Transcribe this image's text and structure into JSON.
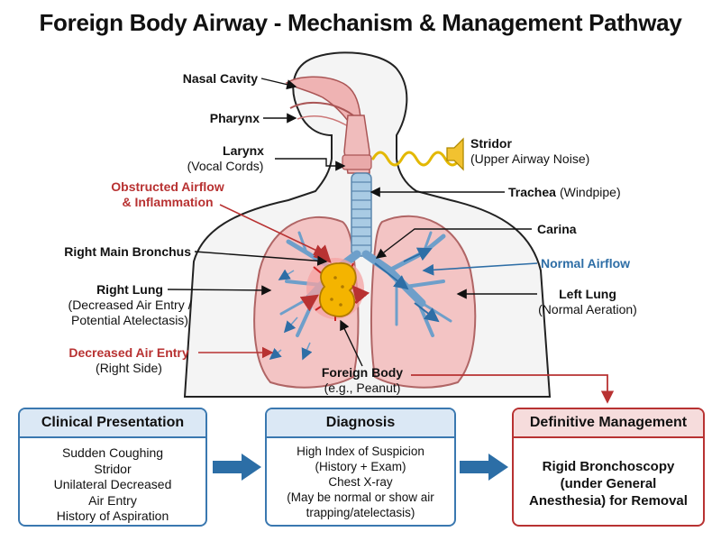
{
  "title": "Foreign Body Airway - Mechanism & Management Pathway",
  "labels": {
    "nasal_cavity": "Nasal Cavity",
    "pharynx": "Pharynx",
    "larynx": "Larynx",
    "larynx_sub": "(Vocal Cords)",
    "obstructed_line1": "Obstructed Airflow",
    "obstructed_line2": "& Inflammation",
    "right_main_bronchus": "Right Main Bronchus",
    "right_lung": "Right Lung",
    "right_lung_sub1": "(Decreased Air Entry /",
    "right_lung_sub2": "Potential Atelectasis)",
    "decreased_air_entry": "Decreased Air Entry",
    "decreased_air_entry_sub": "(Right Side)",
    "foreign_body": "Foreign Body",
    "foreign_body_sub": "(e.g., Peanut)",
    "stridor": "Stridor",
    "stridor_sub": "(Upper Airway Noise)",
    "trachea": "Trachea",
    "trachea_sub": "(Windpipe)",
    "carina": "Carina",
    "normal_airflow": "Normal Airflow",
    "left_lung": "Left Lung",
    "left_lung_sub": "(Normal Aeration)"
  },
  "pathway": {
    "clinical": {
      "header": "Clinical Presentation",
      "items": [
        "Sudden Coughing",
        "Stridor",
        "Unilateral Decreased",
        "Air Entry",
        "History of Aspiration"
      ]
    },
    "diagnosis": {
      "header": "Diagnosis",
      "items": [
        "High Index of Suspicion",
        "(History + Exam)",
        "Chest X-ray",
        "(May be normal or show air",
        "trapping/atelectasis)"
      ]
    },
    "management": {
      "header": "Definitive Management",
      "items": [
        "Rigid Bronchoscopy",
        "(under General",
        "Anesthesia) for Removal"
      ]
    }
  },
  "colors": {
    "accent_blue": "#3a78b0",
    "accent_red": "#b83232",
    "arrow_blue": "#2c6ea6",
    "lung_pink": "#f3c4c4",
    "foreign_body_yellow": "#f4b400"
  },
  "icons": [
    "speaker-icon",
    "sound-wave-icon"
  ]
}
